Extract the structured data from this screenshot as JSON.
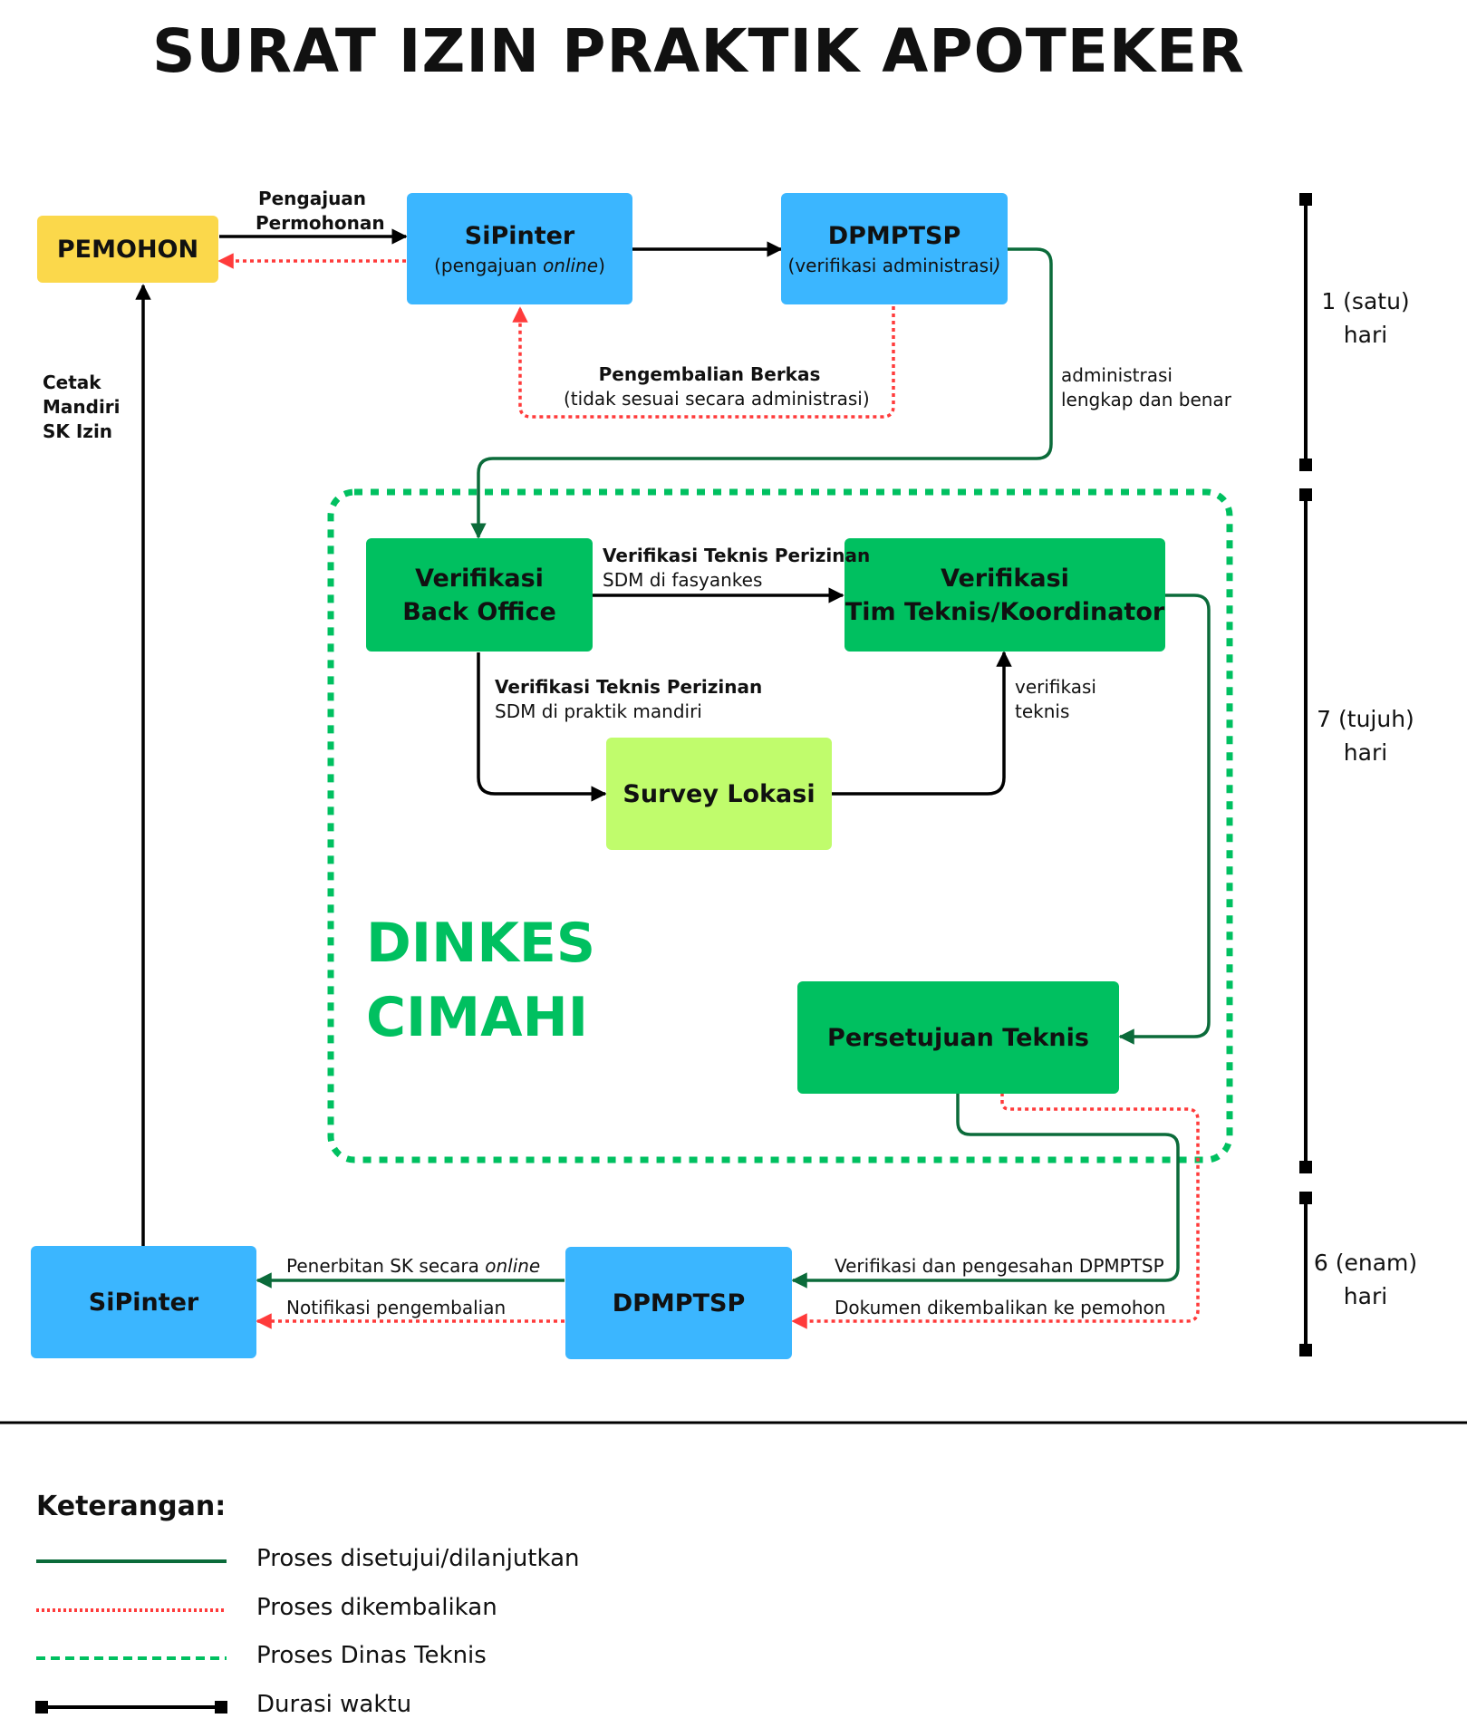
{
  "title": "SURAT IZIN PRAKTIK APOTEKER",
  "colors": {
    "approved": "#0b6b3a",
    "returned": "#ff3b3b",
    "dinas": "#00c060",
    "duration": "#000000",
    "blue_box": "#3bb6ff",
    "yellow_box": "#fbd84b",
    "green_box": "#00c060",
    "lime_box": "#c0fc6c"
  },
  "nodes": {
    "pemohon": "PEMOHON",
    "sipinter_top": {
      "title": "SiPinter",
      "sub_prefix": "(pengajuan ",
      "sub_italic": "online",
      "sub_suffix": ")"
    },
    "dpmptsp_top": {
      "title": "DPMPTSP",
      "sub_prefix": "(verifikasi administrasi",
      "sub_italic": ")"
    },
    "verif_back_office": {
      "line1": "Verifikasi",
      "line2": "Back Office"
    },
    "verif_tim_teknis": {
      "line1": "Verifikasi",
      "line2": "Tim Teknis/Koordinator"
    },
    "survey_lokasi": "Survey Lokasi",
    "persetujuan_teknis": "Persetujuan Teknis",
    "sipinter_bottom": "SiPinter",
    "dpmptsp_bottom": "DPMPTSP"
  },
  "labels": {
    "pengajuan": {
      "line1": "Pengajuan",
      "line2": "Permohonan"
    },
    "pengembalian": {
      "line1": "Pengembalian Berkas",
      "line2": "(tidak sesuai secara administrasi)"
    },
    "administrasi": {
      "line1": "administrasi",
      "line2": "lengkap dan benar"
    },
    "cetak": {
      "line1": "Cetak",
      "line2": "Mandiri",
      "line3": "SK Izin"
    },
    "vt_fasyankes": {
      "line1": "Verifikasi Teknis Perizinan",
      "line2": "SDM di fasyankes"
    },
    "vt_mandiri": {
      "line1": "Verifikasi Teknis Perizinan",
      "line2": "SDM di praktik mandiri"
    },
    "verif_teknis": {
      "line1": "verifikasi",
      "line2": "teknis"
    },
    "penerbitan": {
      "prefix": "Penerbitan SK secara ",
      "italic": "online"
    },
    "notifikasi": "Notifikasi pengembalian",
    "verif_pengesahan": "Verifikasi dan pengesahan DPMPTSP",
    "dokumen_kembali": "Dokumen dikembalikan ke pemohon"
  },
  "dinkes": {
    "line1": "DINKES",
    "line2": "CIMAHI"
  },
  "durations": [
    {
      "line1": "1 (satu)",
      "line2": "hari"
    },
    {
      "line1": "7 (tujuh)",
      "line2": "hari"
    },
    {
      "line1": "6 (enam)",
      "line2": "hari"
    }
  ],
  "legend": {
    "title": "Keterangan:",
    "items": [
      {
        "label": "Proses disetujui/dilanjutkan",
        "style": "approved"
      },
      {
        "label": "Proses dikembalikan",
        "style": "returned"
      },
      {
        "label": "Proses Dinas Teknis",
        "style": "dinas"
      },
      {
        "label": "Durasi waktu",
        "style": "duration"
      }
    ]
  }
}
